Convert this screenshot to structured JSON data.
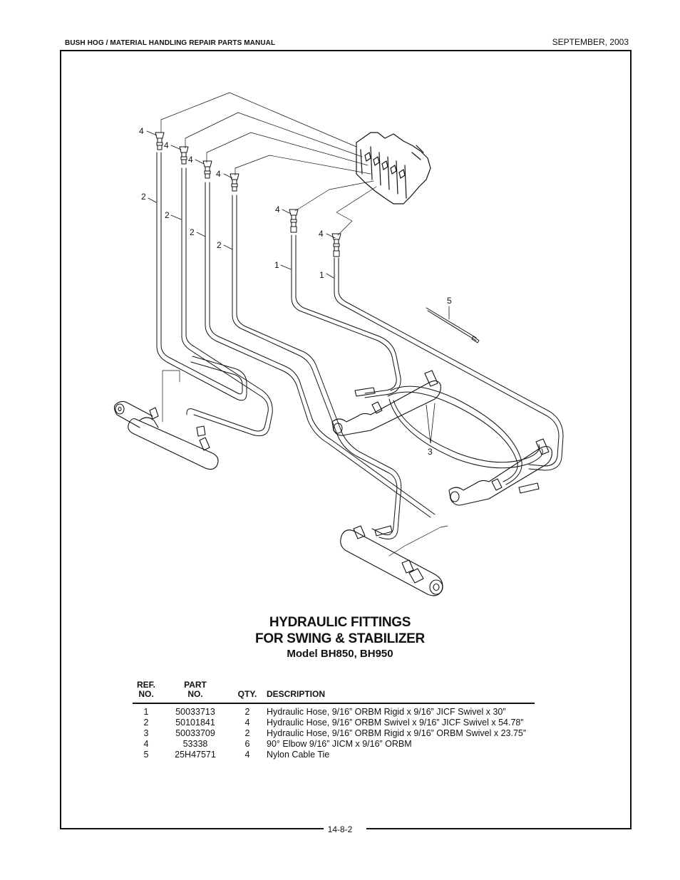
{
  "header": {
    "manual_title": "BUSH HOG / MATERIAL HANDLING REPAIR PARTS MANUAL",
    "date": "SEPTEMBER, 2003"
  },
  "diagram": {
    "callouts": [
      "4",
      "4",
      "4",
      "4",
      "4",
      "4",
      "2",
      "2",
      "2",
      "2",
      "1",
      "1",
      "5",
      "3"
    ]
  },
  "title": {
    "line1": "HYDRAULIC FITTINGS",
    "line2": "FOR SWING & STABILIZER",
    "model": "Model BH850, BH950"
  },
  "parts_table": {
    "headers": {
      "ref_line1": "REF.",
      "ref_line2": "NO.",
      "part_line1": "PART",
      "part_line2": "NO.",
      "qty": "QTY.",
      "description": "DESCRIPTION"
    },
    "rows": [
      {
        "ref": "1",
        "part": "50033713",
        "qty": "2",
        "description": "Hydraulic Hose, 9/16” ORBM Rigid x 9/16” JICF Swivel x 30”"
      },
      {
        "ref": "2",
        "part": "50101841",
        "qty": "4",
        "description": "Hydraulic Hose, 9/16” ORBM Swivel x 9/16” JICF Swivel x 54.78”"
      },
      {
        "ref": "3",
        "part": "50033709",
        "qty": "2",
        "description": "Hydraulic Hose, 9/16” ORBM Rigid x 9/16” ORBM Swivel x 23.75”"
      },
      {
        "ref": "4",
        "part": "53338",
        "qty": "6",
        "description": "90° Elbow 9/16” JICM x 9/16” ORBM"
      },
      {
        "ref": "5",
        "part": "25H47571",
        "qty": "4",
        "description": "Nylon Cable Tie"
      }
    ]
  },
  "footer": {
    "page_number": "14-8-2"
  }
}
